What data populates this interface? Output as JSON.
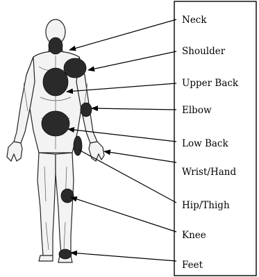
{
  "labels": [
    {
      "id": "neck",
      "text": "Neck"
    },
    {
      "id": "shoulder",
      "text": "Shoulder"
    },
    {
      "id": "upper-back",
      "text": "Upper Back"
    },
    {
      "id": "elbow",
      "text": "Elbow"
    },
    {
      "id": "low-back",
      "text": "Low Back"
    },
    {
      "id": "wrist-hand",
      "text": "Wrist/Hand"
    },
    {
      "id": "hip-thigh",
      "text": "Hip/Thigh"
    },
    {
      "id": "knee",
      "text": "Knee"
    },
    {
      "id": "feet",
      "text": "Feet"
    }
  ]
}
